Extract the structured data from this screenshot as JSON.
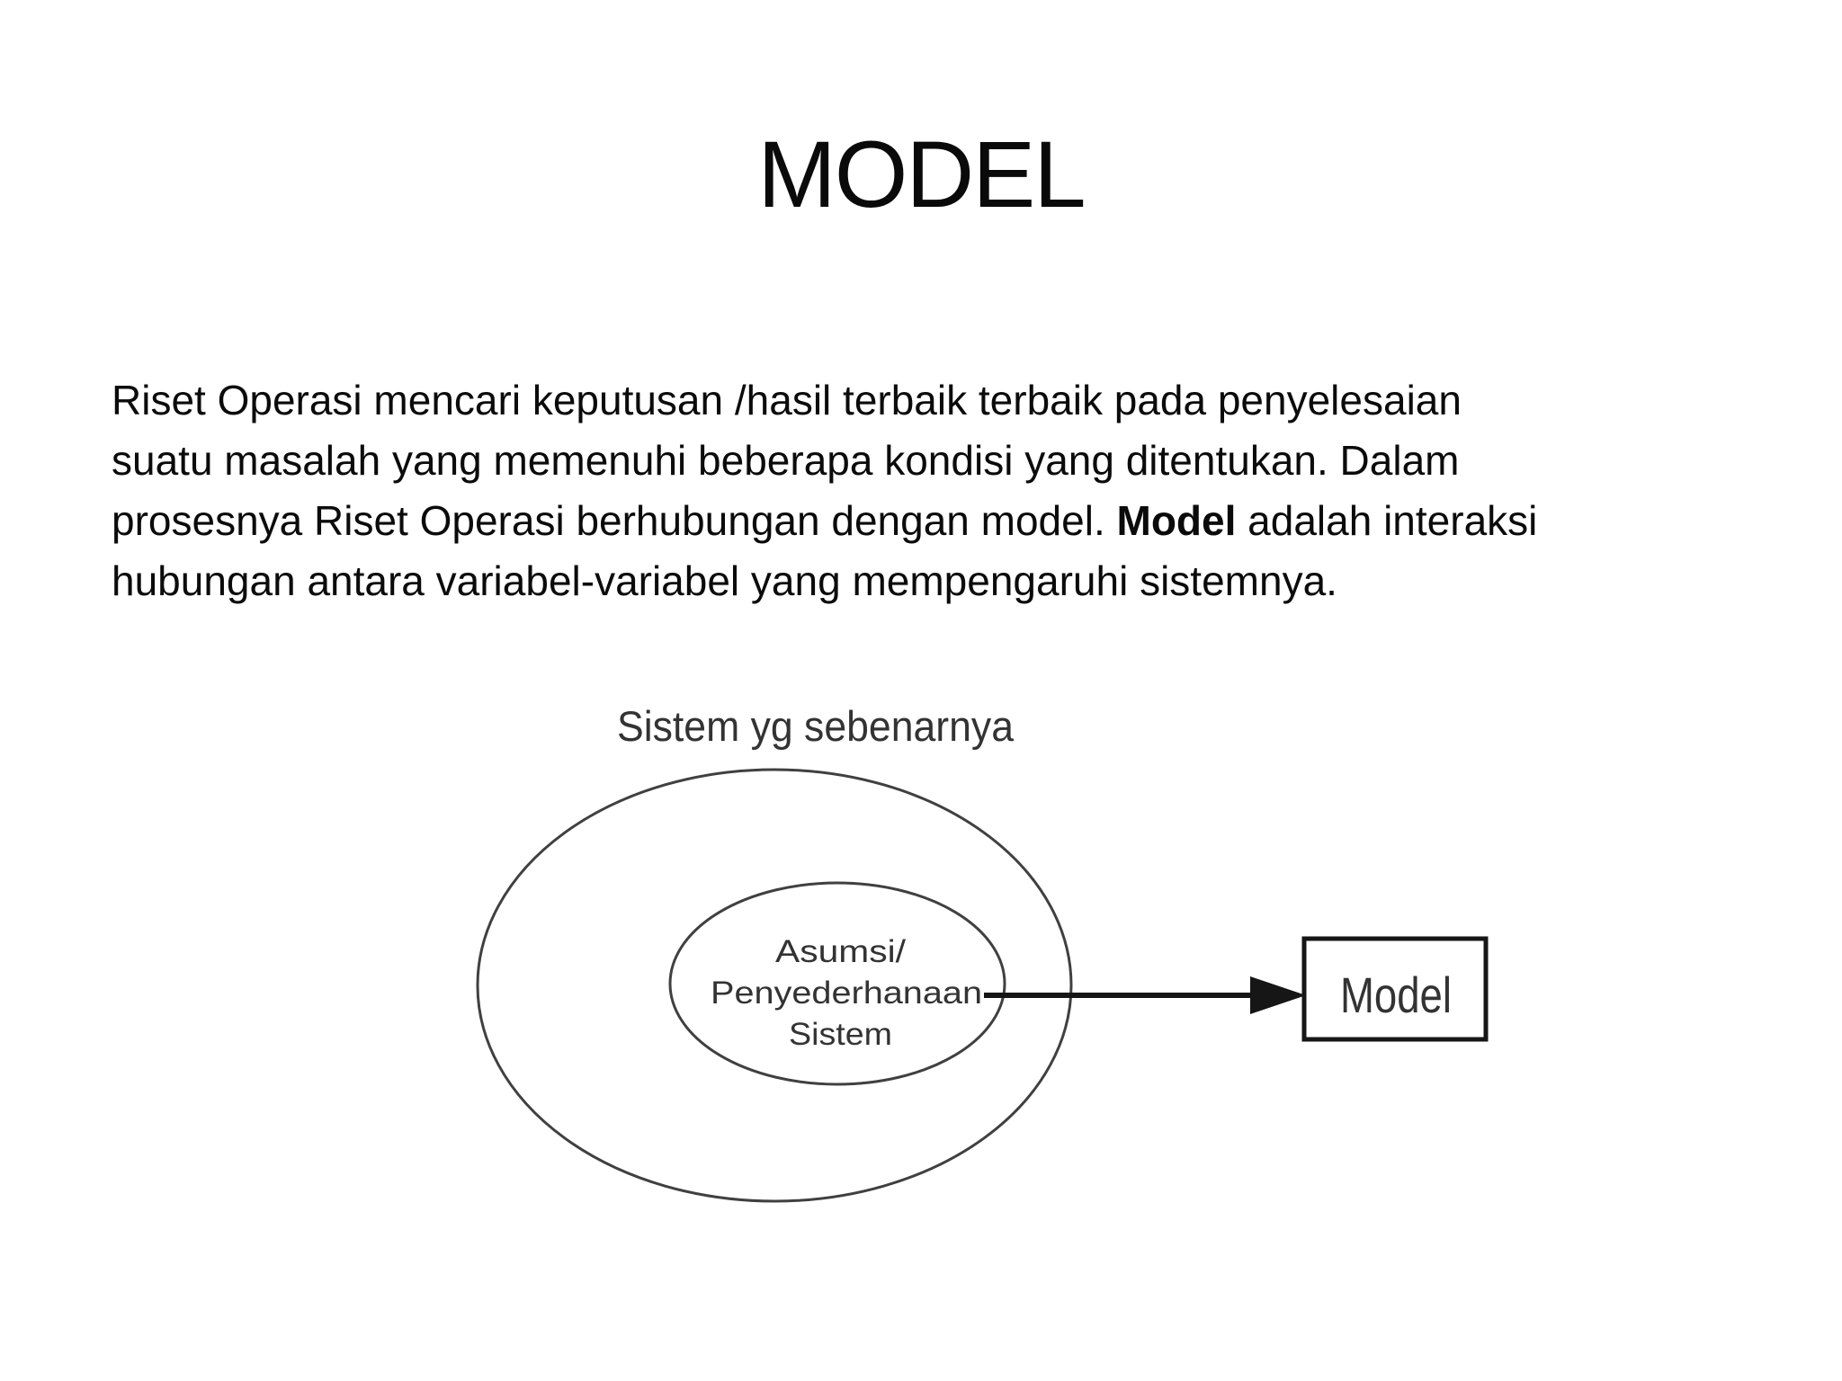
{
  "slide": {
    "title": "MODEL",
    "paragraph": {
      "line1": "Riset Operasi mencari keputusan /hasil terbaik terbaik pada penyelesaian",
      "line2": "suatu masalah yang memenuhi beberapa kondisi yang ditentukan. Dalam",
      "line3_pre": "prosesnya Riset Operasi berhubungan dengan model. ",
      "line3_bold": "Model",
      "line3_post": " adalah interaksi",
      "line4": "hubungan antara variabel-variabel yang mempengaruhi sistemnya."
    },
    "diagram": {
      "outer_label": "Sistem yg sebenarnya",
      "inner_label_line1": "Asumsi/",
      "inner_label_line2": "Penyederhanaan",
      "inner_label_line3": "Sistem",
      "box_label": "Model",
      "ellipse_stroke_color": "#404040",
      "arrow_color": "#161616",
      "box_border_color": "#161616"
    }
  }
}
